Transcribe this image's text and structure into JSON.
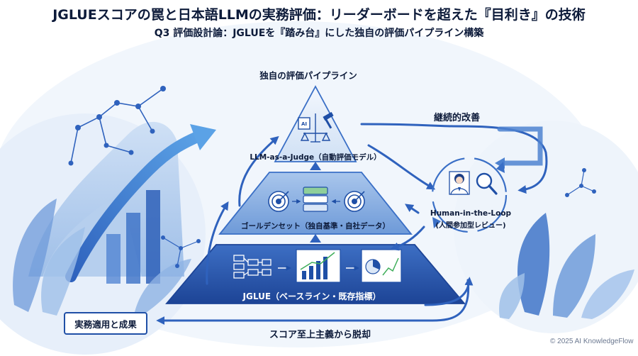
{
  "header": {
    "title": "JGLUEスコアの罠と日本語LLMの実務評価：リーダーボードを超えた『目利き』の技術",
    "subtitle": "Q3 評価設計論：JGLUEを『踏み台』にした独自の評価パイプライン構築"
  },
  "pyramid": {
    "heading": "独自の評価パイプライン",
    "levels": [
      {
        "label": "LLM-as-a-Judge（自動評価モデル）"
      },
      {
        "label": "ゴールデンセット（独自基準・自社データ）"
      },
      {
        "label": "JGLUE（ベースライン・既存指標）"
      }
    ]
  },
  "cycle": {
    "label": "継続的改善",
    "hitl_title": "Human-in-the-Loop",
    "hitl_subtitle": "(人間参加型レビュー)"
  },
  "bottom": {
    "result_label": "実務適用と成果",
    "escape_label": "スコア至上主義から脱却"
  },
  "footer": {
    "copyright": "© 2025 AI KnowledgeFlow"
  },
  "icons": {
    "ai-chip": "AI"
  },
  "colors": {
    "primary": "#1f4fa6",
    "light": "#c9dcf4",
    "pale": "#e6effa",
    "dark_text": "#0d1b3a"
  }
}
